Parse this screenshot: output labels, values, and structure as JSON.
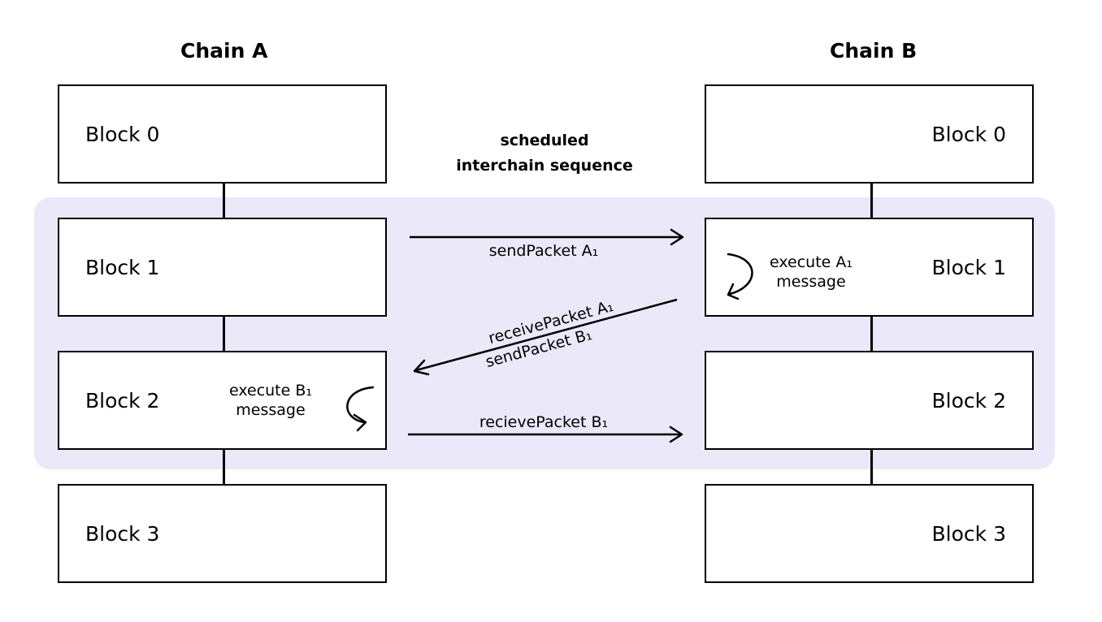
{
  "chains": {
    "a": {
      "title": "Chain A",
      "blocks": [
        "Block 0",
        "Block 1",
        "Block 2",
        "Block 3"
      ]
    },
    "b": {
      "title": "Chain B",
      "blocks": [
        "Block 0",
        "Block 1",
        "Block 2",
        "Block 3"
      ]
    }
  },
  "band": {
    "label_line1": "scheduled",
    "label_line2": "interchain sequence",
    "color": "#ebe8f9"
  },
  "messages": {
    "send_a1": "sendPacket A₁",
    "receive_a1": "receivePacket A₁",
    "send_b1": "sendPacket B₁",
    "recieve_b1": "recievePacket B₁"
  },
  "executions": {
    "a1_line1": "execute A₁",
    "a1_line2": "message",
    "b1_line1": "execute B₁",
    "b1_line2": "message"
  }
}
